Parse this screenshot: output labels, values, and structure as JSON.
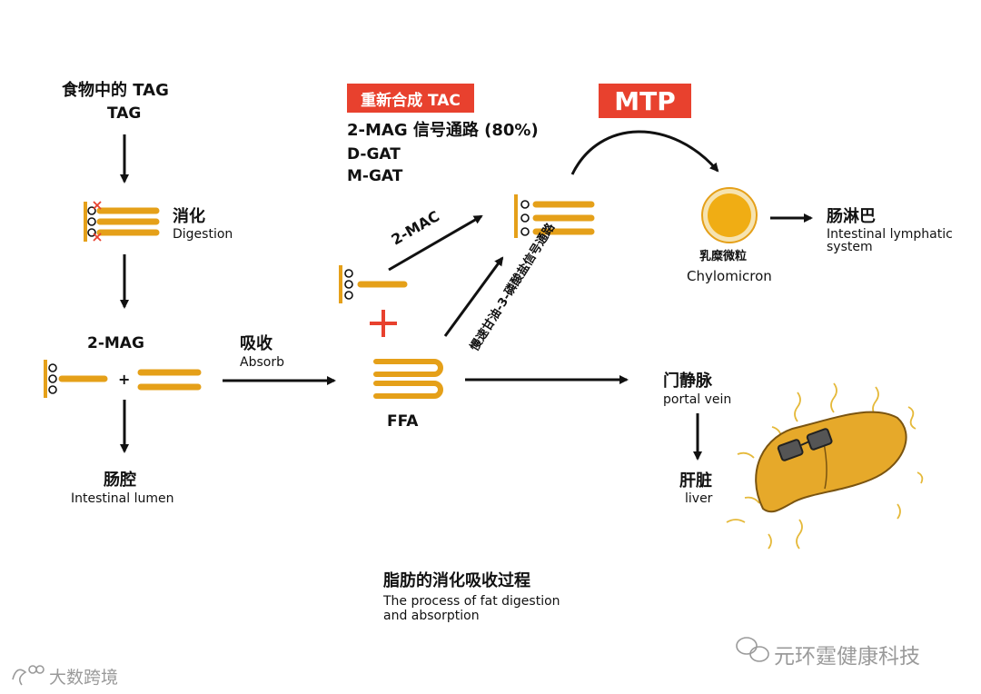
{
  "labels": {
    "food_tag_cn": "食物中的 TAG",
    "food_tag_en": "TAG",
    "digestion_cn": "消化",
    "digestion_en": "Digestion",
    "mag_left": "2-MAG",
    "absorb_cn": "吸收",
    "absorb_en": "Absorb",
    "lumen_cn": "肠腔",
    "lumen_en": "Intestinal lumen",
    "resynth_badge": "重新合成 TAC",
    "pathway_2mag": "2-MAG 信号通路 (80%)",
    "dgat": "D-GAT",
    "mgat": "M-GAT",
    "mac_label": "2-MAC",
    "slow_pathway": "慢速甘油-3-磷酸盐信号通路",
    "mtp_badge": "MTP",
    "chylo_cn": "乳糜微粒",
    "chylo_en": "Chylomicron",
    "lymph_cn": "肠淋巴",
    "lymph_en": "Intestinal lymphatic system",
    "ffa": "FFA",
    "portal_cn": "门静脉",
    "portal_en": "portal vein",
    "liver_cn": "肝脏",
    "liver_en": "liver",
    "plus_small": "+",
    "caption_cn": "脂肪的消化吸收过程",
    "caption_en": "The process of fat digestion and absorption"
  },
  "watermarks": {
    "left": "大数跨境",
    "right": "元环霆健康科技"
  },
  "colors": {
    "fat_chain": "#e5a019",
    "badge_red": "#e8412e",
    "cross_red": "#e8412e",
    "liver_fill": "#e6a92a",
    "chylo_core": "#f0ad14"
  }
}
